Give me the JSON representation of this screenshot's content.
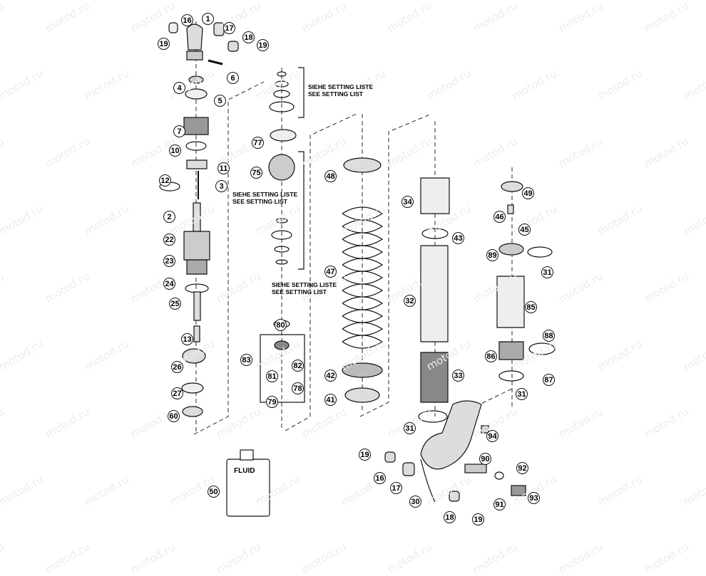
{
  "watermark": "motod.ru",
  "notes": {
    "top": [
      "SIEHE SETTING LISTE",
      "SEE SETTING LIST"
    ],
    "middle": [
      "SIEHE SETTING LISTE",
      "SEE SETTING LIST"
    ],
    "lower": [
      "SIEHE SETTING LISTE",
      "SEE SETTING LIST"
    ]
  },
  "fluid_label": "FLUID",
  "callouts": [
    "16",
    "1",
    "17",
    "18",
    "19",
    "19",
    "6",
    "4",
    "5",
    "7",
    "10",
    "11",
    "12",
    "3",
    "2",
    "22",
    "23",
    "24",
    "25",
    "13",
    "26",
    "27",
    "60",
    "77",
    "75",
    "80",
    "83",
    "82",
    "81",
    "78",
    "79",
    "48",
    "47",
    "42",
    "41",
    "34",
    "43",
    "32",
    "33",
    "31",
    "49",
    "46",
    "45",
    "89",
    "31",
    "85",
    "88",
    "86",
    "87",
    "31",
    "94",
    "19",
    "90",
    "92",
    "16",
    "17",
    "30",
    "18",
    "19",
    "91",
    "93",
    "50"
  ]
}
